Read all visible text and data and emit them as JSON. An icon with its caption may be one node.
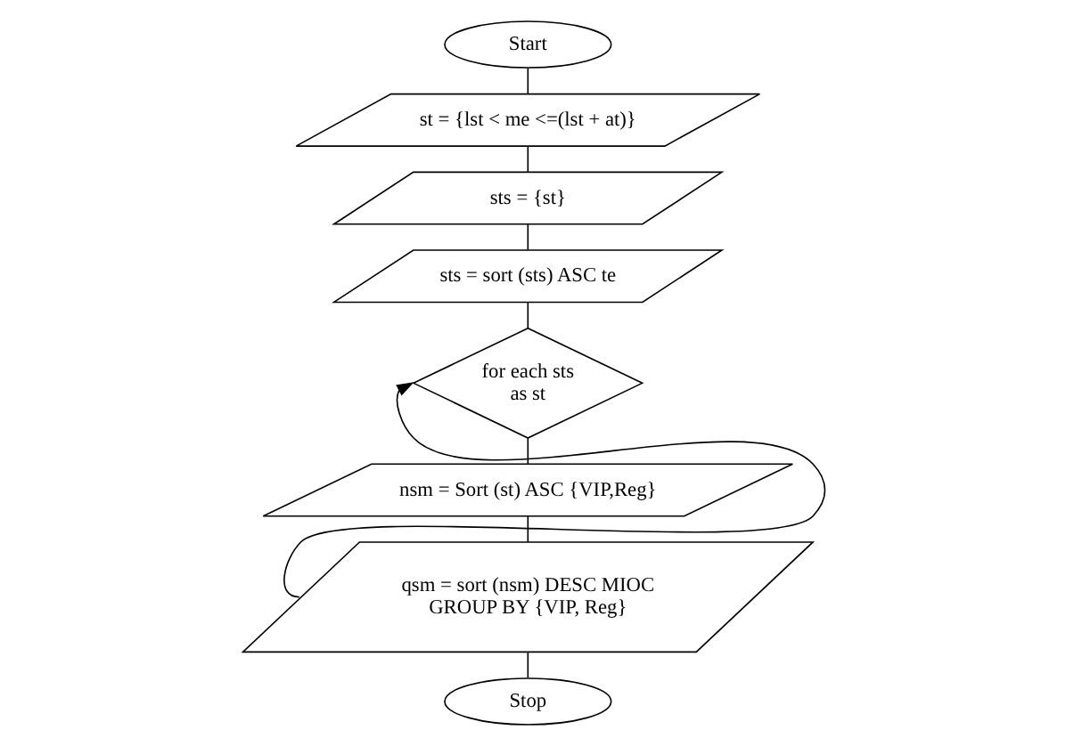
{
  "diagram": {
    "nodes": [
      {
        "text": [
          "Start"
        ]
      },
      {
        "text": [
          "st = {lst < me <=(lst + at)}"
        ]
      },
      {
        "text": [
          "sts = {st}"
        ]
      },
      {
        "text": [
          "sts = sort (sts) ASC te"
        ]
      },
      {
        "text": [
          "for each sts as st"
        ]
      },
      {
        "text": [
          "nsm = Sort (st) ASC {VIP,Reg}"
        ]
      },
      {
        "text": [
          "qsm = sort (nsm) DESC MIOC GROUP BY {VIP, Reg}"
        ]
      },
      {
        "text": [
          "Stop"
        ]
      }
    ],
    "edges": [
      {
        "from": 0,
        "to": 1,
        "arrow": "none"
      },
      {
        "from": 1,
        "to": 2,
        "arrow": "none"
      },
      {
        "from": 2,
        "to": 3,
        "arrow": "none"
      },
      {
        "from": 3,
        "to": 4,
        "arrow": "none"
      },
      {
        "from": 4,
        "to": 5,
        "arrow": "none"
      },
      {
        "from": 5,
        "to": 6,
        "arrow": "none"
      },
      {
        "from": 6,
        "to": 4,
        "arrow": "to"
      },
      {
        "from": 6,
        "to": 7,
        "arrow": "none"
      }
    ]
  }
}
